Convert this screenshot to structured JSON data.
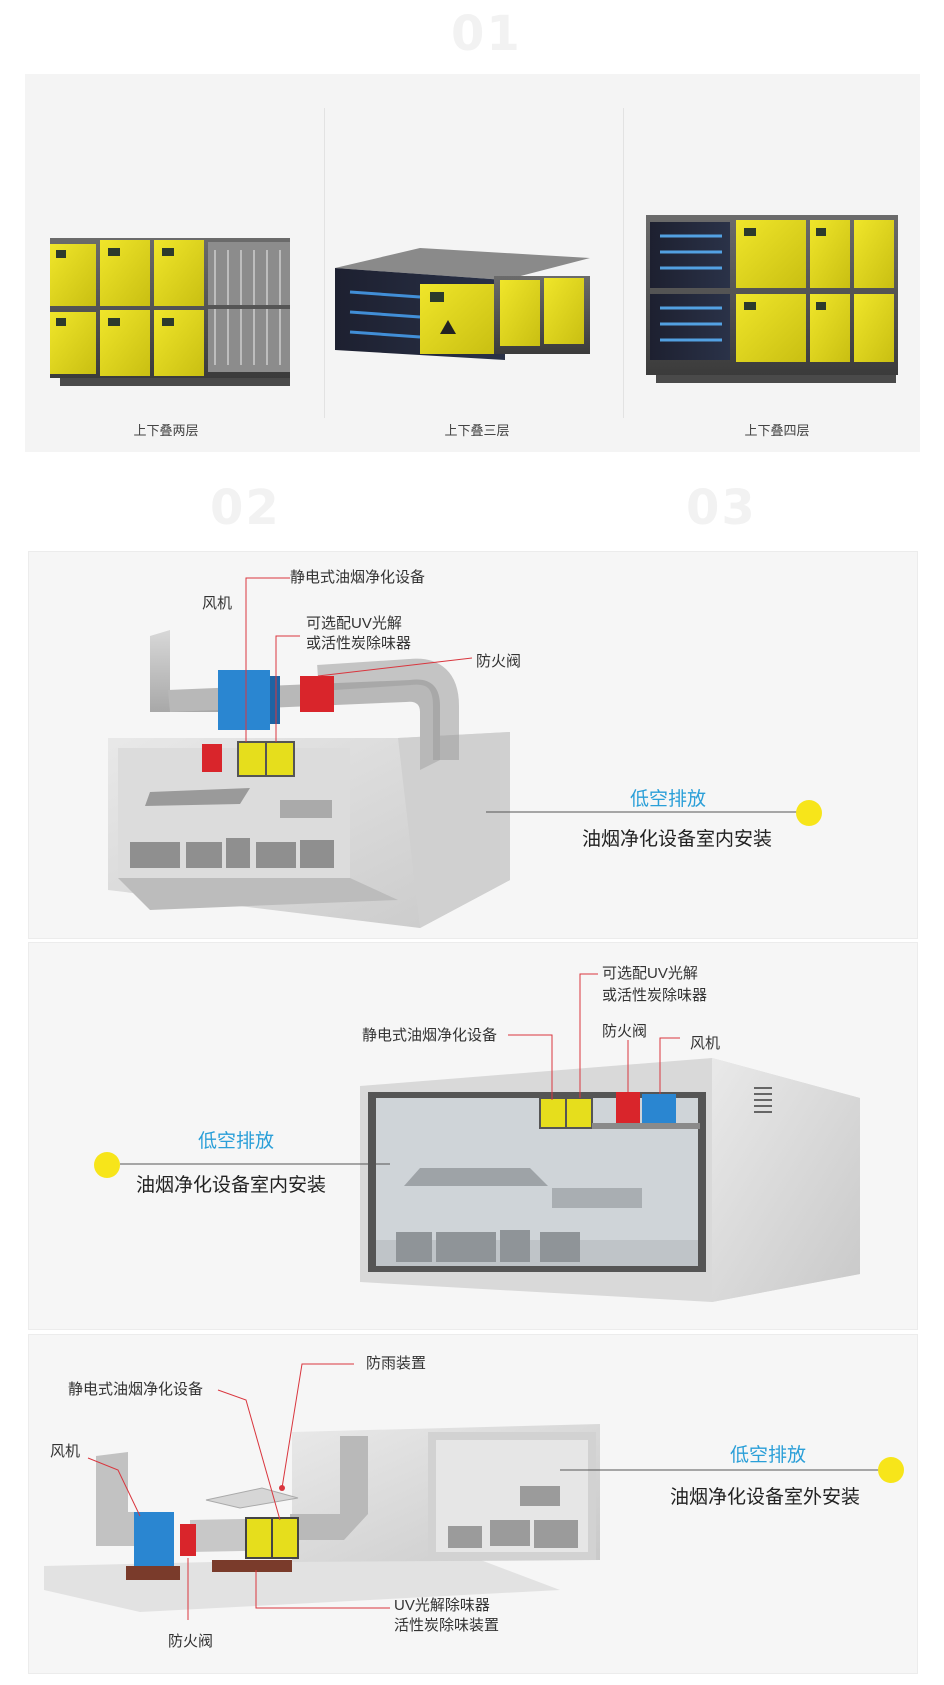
{
  "ghost_numbers": [
    "01",
    "02",
    "03"
  ],
  "products": [
    {
      "caption": "上下叠两层"
    },
    {
      "caption": "上下叠三层"
    },
    {
      "caption": "上下叠四层"
    }
  ],
  "install1": {
    "label_device": "静电式油烟净化设备",
    "label_fan": "风机",
    "label_uv_1": "可选配UV光解",
    "label_uv_2": "或活性炭除味器",
    "label_damper": "防火阀",
    "title": "低空排放",
    "subtitle": "油烟净化设备室内安装"
  },
  "install2": {
    "label_uv_1": "可选配UV光解",
    "label_uv_2": "或活性炭除味器",
    "label_device": "静电式油烟净化设备",
    "label_damper": "防火阀",
    "label_fan": "风机",
    "title": "低空排放",
    "subtitle": "油烟净化设备室内安装"
  },
  "install3": {
    "label_rain": "防雨装置",
    "label_device": "静电式油烟净化设备",
    "label_fan": "风机",
    "label_uv_1": "UV光解除味器",
    "label_uv_2": "活性炭除味装置",
    "label_damper": "防火阀",
    "title": "低空排放",
    "subtitle": "油烟净化设备室外安装"
  },
  "colors": {
    "accent_blue": "#2a9fd8",
    "accent_yellow": "#f7e51a",
    "leader_red": "#d9363e",
    "unit_yellow": "#e6de1c"
  }
}
